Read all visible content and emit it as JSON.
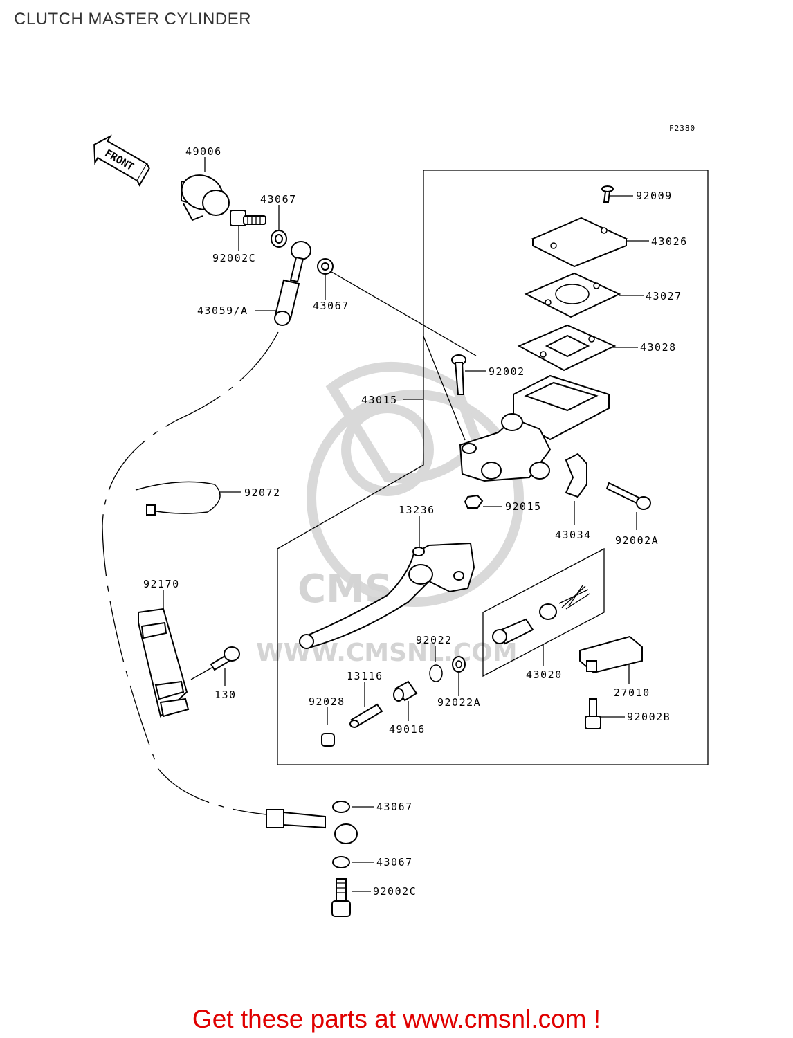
{
  "page": {
    "title": "CLUTCH MASTER CYLINDER",
    "footer": "Get these parts at www.cmsnl.com !"
  },
  "diagram": {
    "figure_code": "F2380",
    "front_label": "FRONT",
    "watermark_text": "WWW.CMSNL.COM",
    "labels": {
      "p49006": "49006",
      "p43067_a": "43067",
      "p92002c_a": "92002C",
      "p43067_b": "43067",
      "p43059a": "43059/A",
      "p92009": "92009",
      "p43026": "43026",
      "p43027": "43027",
      "p43028": "43028",
      "p92002": "92002",
      "p43015": "43015",
      "p92072": "92072",
      "p92015": "92015",
      "p43034": "43034",
      "p92002a": "92002A",
      "p13236": "13236",
      "p92170": "92170",
      "p92022": "92022",
      "p13116": "13116",
      "p43020": "43020",
      "p130": "130",
      "p92022a": "92022A",
      "p92028": "92028",
      "p49016": "49016",
      "p27010": "27010",
      "p92002b": "92002B",
      "p43067_c": "43067",
      "p43067_d": "43067",
      "p92002c_b": "92002C"
    }
  }
}
